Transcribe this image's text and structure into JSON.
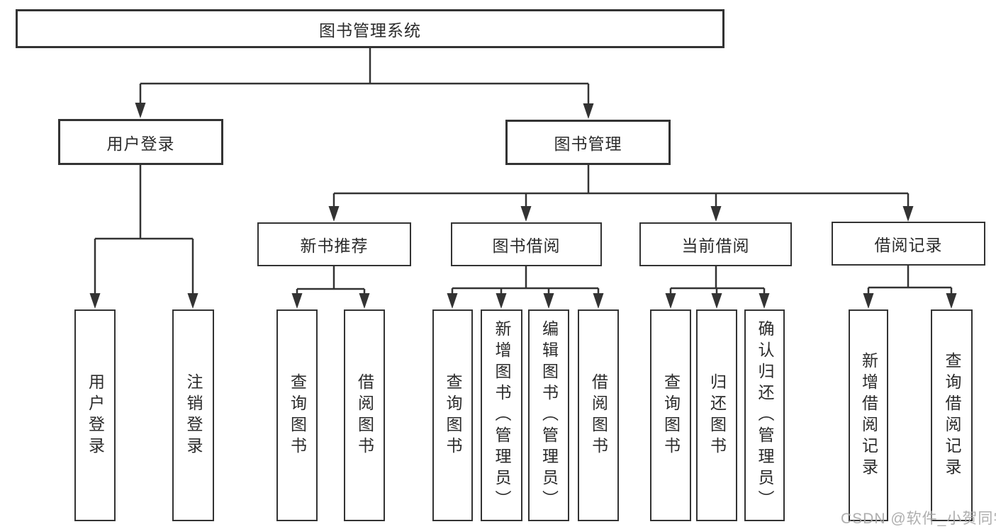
{
  "diagram": {
    "root": {
      "label": "图书管理系统"
    },
    "level2": [
      {
        "label": "用户登录"
      },
      {
        "label": "图书管理"
      }
    ],
    "level3": [
      {
        "label": "新书推荐"
      },
      {
        "label": "图书借阅"
      },
      {
        "label": "当前借阅"
      },
      {
        "label": "借阅记录"
      }
    ],
    "leaves": {
      "user_login": [
        "用户登录",
        "注销登录"
      ],
      "new_books": [
        "查询图书",
        "借阅图书"
      ],
      "book_borrow": [
        "查询图书",
        "新增图书（管理员）",
        "编辑图书（管理员）",
        "借阅图书"
      ],
      "current_borrow": [
        "查询图书",
        "归还图书",
        "确认归还（管理员）"
      ],
      "borrow_records": [
        "新增借阅记录",
        "查询借阅记录"
      ]
    },
    "line_color": "#333333"
  },
  "watermark": {
    "text": "CSDN @软件_小贺同学"
  }
}
